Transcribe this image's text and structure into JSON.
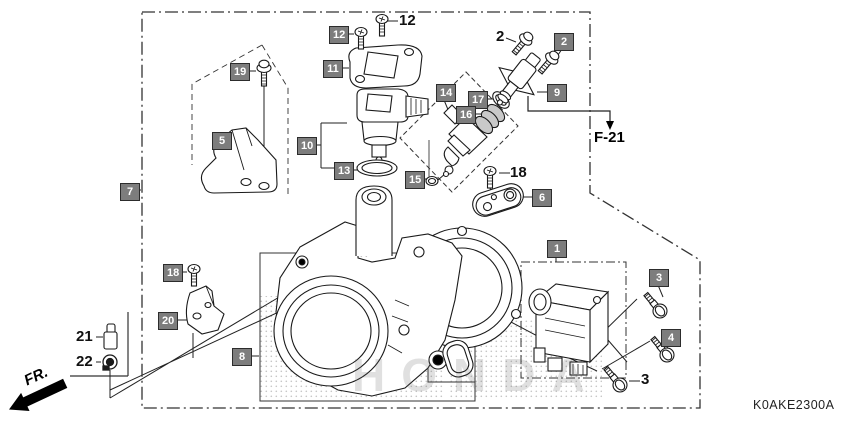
{
  "figure": {
    "part_code": "K0AKE2300A",
    "direction_label": "FR.",
    "reference_label": "F-21",
    "watermark": "HONDA"
  },
  "callouts": [
    {
      "text": "12",
      "kind": "box"
    },
    {
      "text": "12",
      "kind": "text"
    },
    {
      "text": "11",
      "kind": "box"
    },
    {
      "text": "19",
      "kind": "box"
    },
    {
      "text": "5",
      "kind": "box"
    },
    {
      "text": "7",
      "kind": "box"
    },
    {
      "text": "10",
      "kind": "box"
    },
    {
      "text": "13",
      "kind": "box"
    },
    {
      "text": "14",
      "kind": "box"
    },
    {
      "text": "17",
      "kind": "box"
    },
    {
      "text": "16",
      "kind": "box"
    },
    {
      "text": "2",
      "kind": "text"
    },
    {
      "text": "2",
      "kind": "box"
    },
    {
      "text": "9",
      "kind": "box"
    },
    {
      "text": "15",
      "kind": "box"
    },
    {
      "text": "18",
      "kind": "text"
    },
    {
      "text": "6",
      "kind": "box"
    },
    {
      "text": "1",
      "kind": "box"
    },
    {
      "text": "3",
      "kind": "box"
    },
    {
      "text": "4",
      "kind": "box"
    },
    {
      "text": "3",
      "kind": "text"
    },
    {
      "text": "18",
      "kind": "box"
    },
    {
      "text": "20",
      "kind": "box"
    },
    {
      "text": "8",
      "kind": "box"
    },
    {
      "text": "21",
      "kind": "text"
    },
    {
      "text": "22",
      "kind": "text"
    }
  ]
}
